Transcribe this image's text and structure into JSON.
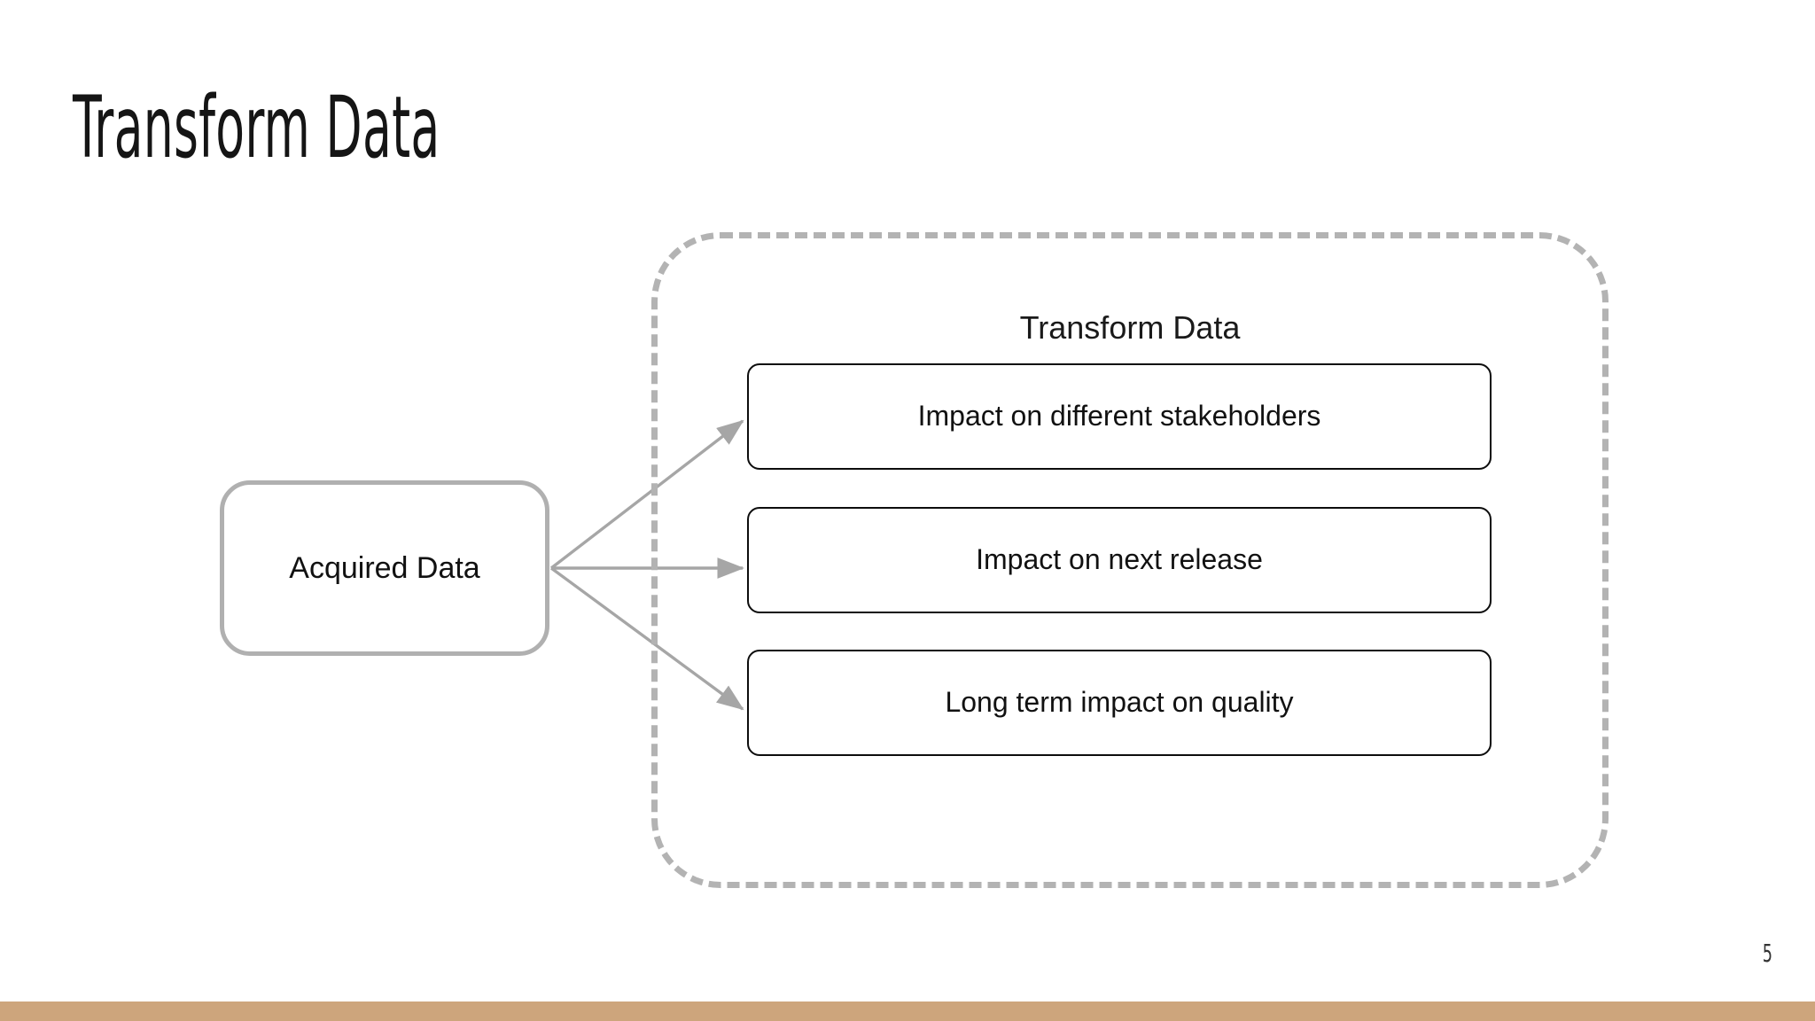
{
  "slide": {
    "title": "Transform Data",
    "page_number": "5",
    "background_color": "#ffffff",
    "accent_bar_color": "#cda57c"
  },
  "diagram": {
    "group_label": "Transform Data",
    "group_border_color": "#b3b3b3",
    "group_border_style": "dashed",
    "source": {
      "label": "Acquired Data",
      "border_color": "#b0b0b0"
    },
    "arrow_color": "#a6a6a6",
    "outcomes": [
      {
        "label": "Impact on different stakeholders",
        "border_color": "#0d0d0d"
      },
      {
        "label": "Impact on next release",
        "border_color": "#0d0d0d"
      },
      {
        "label": "Long term impact on quality",
        "border_color": "#0d0d0d"
      }
    ]
  }
}
